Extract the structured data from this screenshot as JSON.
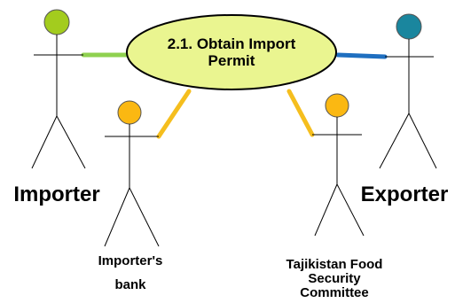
{
  "use_case": {
    "label_line1": "2.1. Obtain Import",
    "label_line2": "Permit",
    "fill_color": "#eaf590"
  },
  "actors": {
    "importer": {
      "label": "Importer",
      "head_color": "#a3cc1e",
      "link_color": "#8fd14f"
    },
    "exporter": {
      "label": "Exporter",
      "head_color": "#1a869e",
      "link_color": "#1f6fc0"
    },
    "importers_bank": {
      "label_line1": "Importer's",
      "label_line2": "bank",
      "head_color": "#fbb812",
      "link_color": "#f5be1e"
    },
    "food_committee": {
      "label_line1": "Tajikistan Food",
      "label_line2": "Security",
      "label_line3": "Committee",
      "head_color": "#fbb812",
      "link_color": "#f5be1e"
    }
  }
}
